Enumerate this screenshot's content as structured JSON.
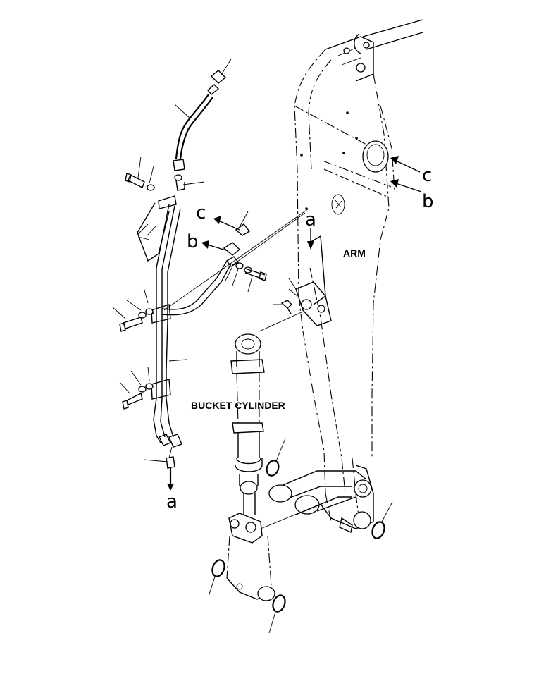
{
  "labels": {
    "arm": "ARM",
    "bucket_cylinder": "BUCKET CYLINDER",
    "ref_c_left": "c",
    "ref_b_left": "b",
    "ref_a_mid": "a",
    "ref_a_bottom": "a",
    "ref_c_right": "c",
    "ref_b_right": "b"
  }
}
